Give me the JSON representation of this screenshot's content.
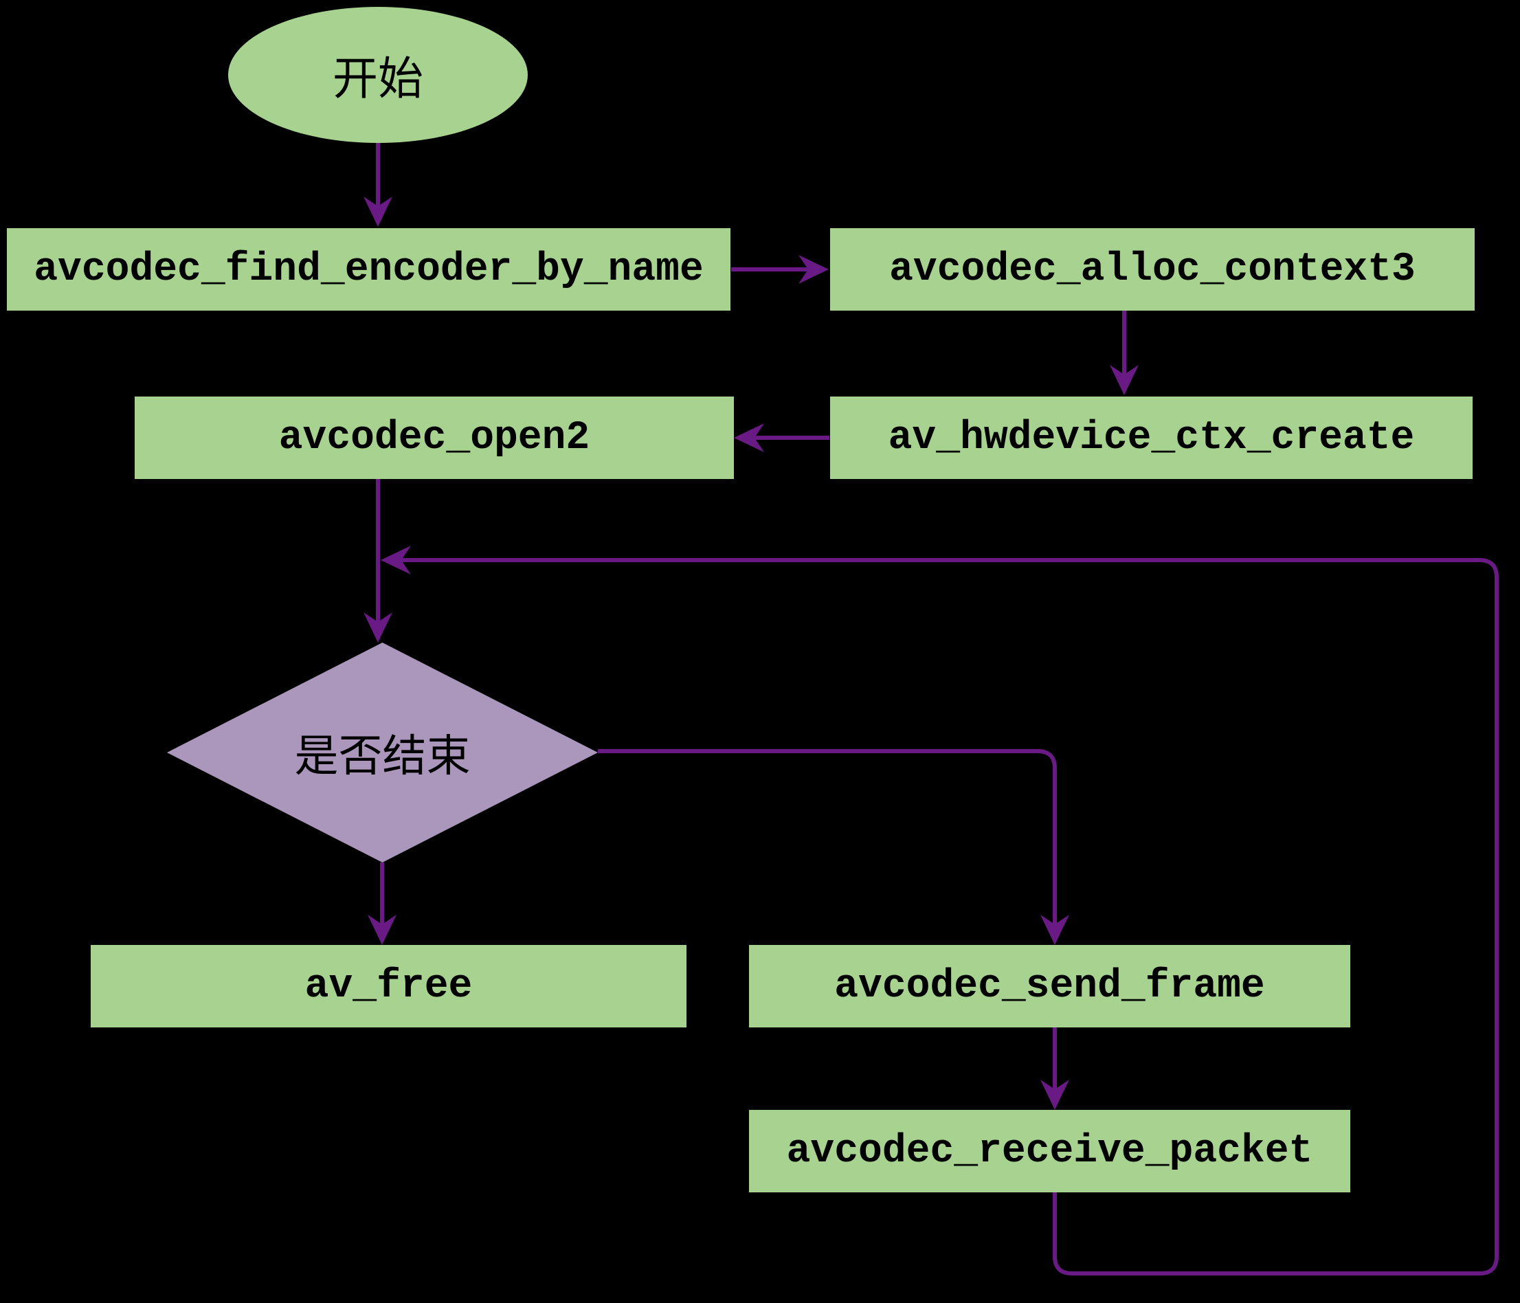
{
  "diagram": {
    "type": "flowchart",
    "colors": {
      "background": "#000000",
      "node_fill": "#a7d290",
      "decision_fill": "#ab97bc",
      "edge": "#6a1a84",
      "text": "#000000"
    },
    "nodes": [
      {
        "id": "start",
        "shape": "ellipse",
        "label": "开始"
      },
      {
        "id": "find_encoder",
        "shape": "rect",
        "label": "avcodec_find_encoder_by_name"
      },
      {
        "id": "alloc_context",
        "shape": "rect",
        "label": "avcodec_alloc_context3"
      },
      {
        "id": "open2",
        "shape": "rect",
        "label": "avcodec_open2"
      },
      {
        "id": "hwdevice_ctx_create",
        "shape": "rect",
        "label": "av_hwdevice_ctx_create"
      },
      {
        "id": "is_finished",
        "shape": "diamond",
        "label": "是否结束"
      },
      {
        "id": "av_free",
        "shape": "rect",
        "label": "av_free"
      },
      {
        "id": "send_frame",
        "shape": "rect",
        "label": "avcodec_send_frame"
      },
      {
        "id": "receive_packet",
        "shape": "rect",
        "label": "avcodec_receive_packet"
      }
    ],
    "edges": [
      {
        "from": "start",
        "to": "find_encoder"
      },
      {
        "from": "find_encoder",
        "to": "alloc_context"
      },
      {
        "from": "alloc_context",
        "to": "hwdevice_ctx_create"
      },
      {
        "from": "hwdevice_ctx_create",
        "to": "open2"
      },
      {
        "from": "open2",
        "to": "is_finished"
      },
      {
        "from": "is_finished",
        "to": "av_free"
      },
      {
        "from": "is_finished",
        "to": "send_frame"
      },
      {
        "from": "send_frame",
        "to": "receive_packet"
      },
      {
        "from": "receive_packet",
        "to": "is_finished",
        "note": "loop back joining edge open2→is_finished"
      }
    ]
  }
}
